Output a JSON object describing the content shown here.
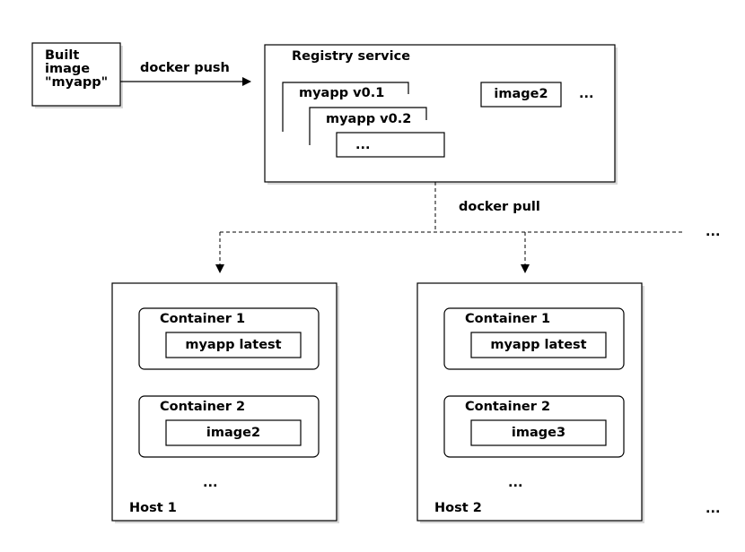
{
  "built_image": {
    "label": "Built\nimage\n\"myapp\""
  },
  "arrows": {
    "push_label": "docker push",
    "pull_label": "docker pull"
  },
  "registry": {
    "title": "Registry service",
    "images": [
      "myapp v0.1",
      "myapp v0.2",
      "...",
      "image2",
      "..."
    ]
  },
  "hosts": [
    {
      "name": "Host 1",
      "containers": [
        {
          "name": "Container 1",
          "image": "myapp latest"
        },
        {
          "name": "Container 2",
          "image": "image2"
        }
      ],
      "more": "..."
    },
    {
      "name": "Host 2",
      "containers": [
        {
          "name": "Container 1",
          "image": "myapp latest"
        },
        {
          "name": "Container 2",
          "image": "image3"
        }
      ],
      "more": "..."
    }
  ],
  "more_hosts_top": "...",
  "more_hosts_bottom": "..."
}
